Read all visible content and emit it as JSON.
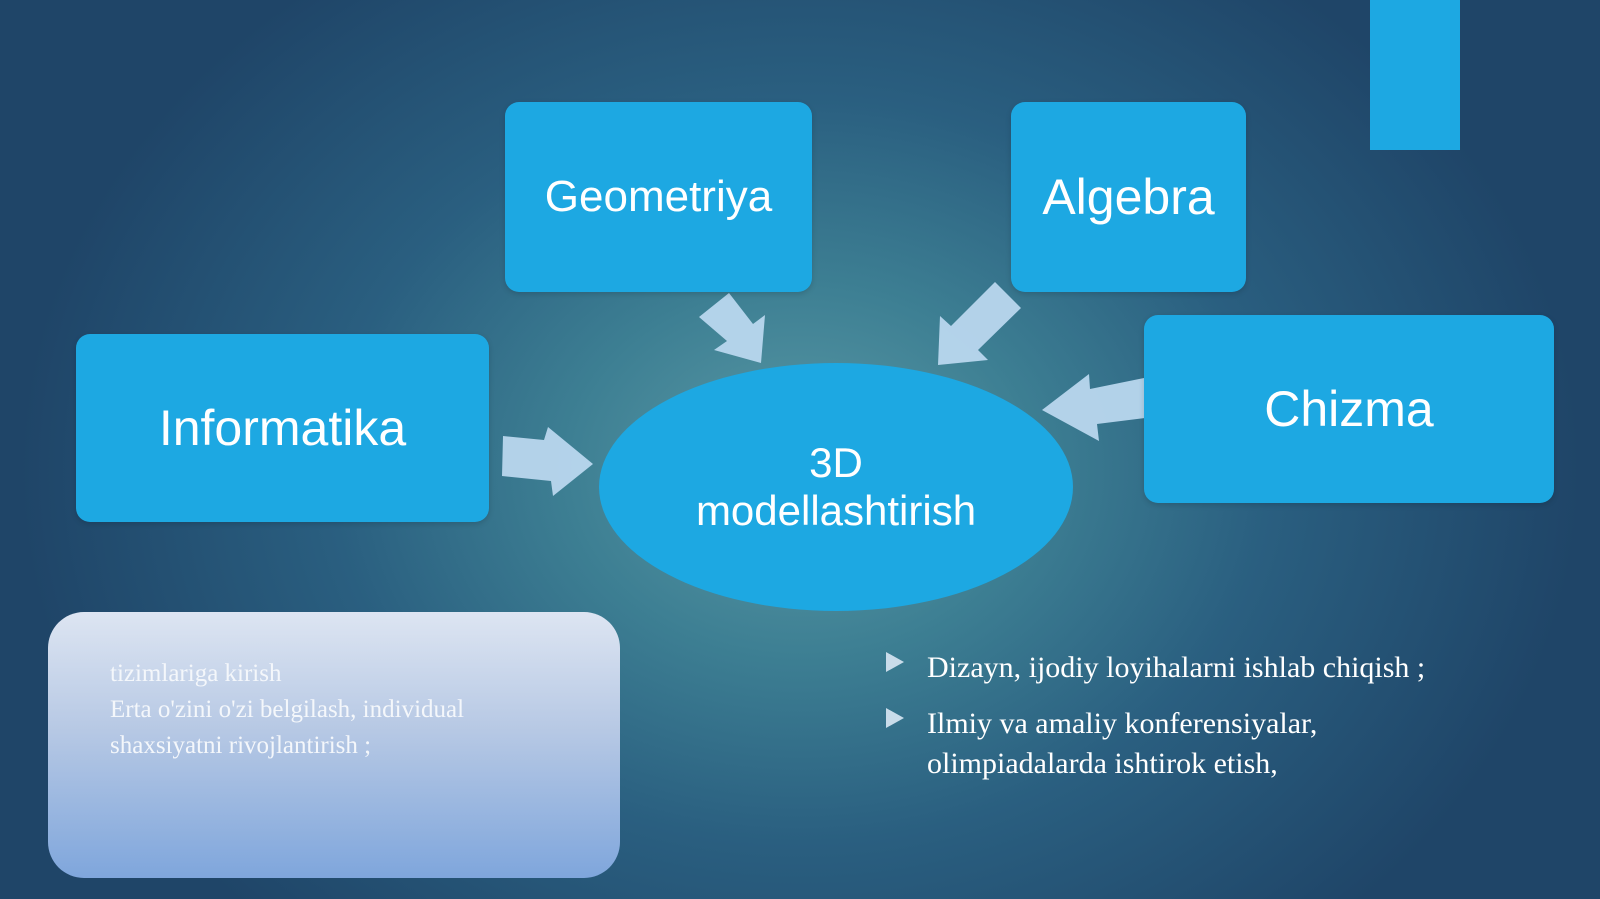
{
  "diagram": {
    "center": {
      "line1": "3D",
      "line2": "modellashtirish"
    },
    "nodes": {
      "geometriya": "Geometriya",
      "algebra": "Algebra",
      "informatika": "Informatika",
      "chizma": "Chizma"
    }
  },
  "note": {
    "lines": [
      "tizimlariga kirish",
      "Erta o'zini o'zi belgilash, individual",
      "shaxsiyatni rivojlantirish ;"
    ]
  },
  "bullets": [
    {
      "text": "Dizayn, ijodiy loyihalarni ishlab chiqish ;"
    },
    {
      "text": "Ilmiy va amaliy konferensiyalar, olimpiadalarda ishtirok etish,"
    }
  ],
  "colors": {
    "box": "#1da8e2",
    "arrow": "#b9d7ee",
    "bullet-marker": "#c9dcea"
  },
  "icons": {
    "bullet": "triangle-right-icon",
    "arrow": "block-arrow-icon"
  }
}
